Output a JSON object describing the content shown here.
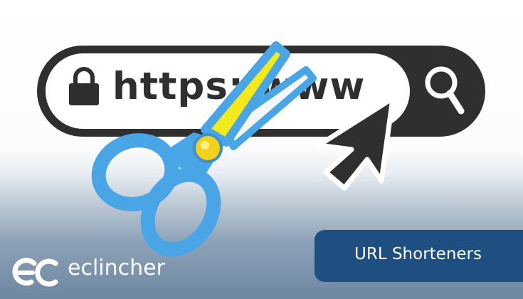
{
  "address_bar": {
    "url_text": "https:/www",
    "lock_icon": "lock-icon",
    "search_icon": "magnifier-icon"
  },
  "illustration": {
    "scissors_icon": "scissors-icon",
    "cursor_icon": "arrow-cursor-icon"
  },
  "badge": {
    "label": "URL Shorteners"
  },
  "brand": {
    "name": "eclincher",
    "logo_icon": "ec-logo-icon"
  },
  "colors": {
    "bar_dark": "#2f2f2f",
    "badge_blue": "#1f4e80",
    "scissors_blue": "#4aa5e6",
    "scissors_yellow": "#f2ea1c",
    "background_bottom": "#6d86a1"
  }
}
